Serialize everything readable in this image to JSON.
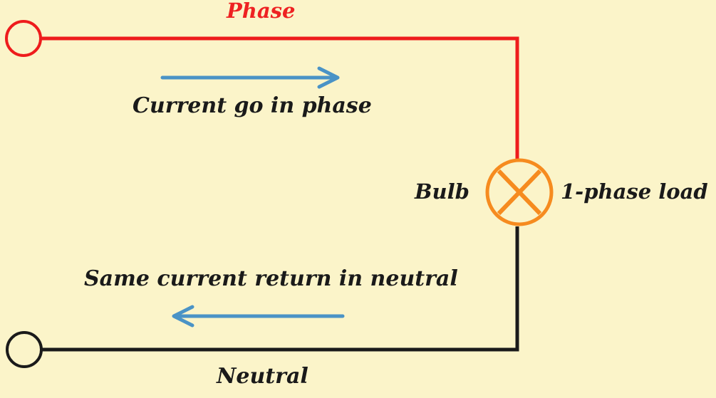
{
  "labels": {
    "phase": "Phase",
    "current_go": "Current go in phase",
    "bulb": "Bulb",
    "load": "1-phase load",
    "return": "Same current return in neutral",
    "neutral": "Neutral"
  },
  "colors": {
    "background": "#fbf4c9",
    "phase_wire": "#ee1c1c",
    "neutral_wire": "#1a1a1a",
    "bulb": "#f68b1f",
    "arrow": "#4a93c6",
    "text": "#1a1a1a",
    "phase_text": "#ee2222"
  },
  "icons": {
    "bulb": "lamp-cross-icon",
    "phase_terminal": "terminal-circle-icon",
    "neutral_terminal": "terminal-circle-icon"
  }
}
